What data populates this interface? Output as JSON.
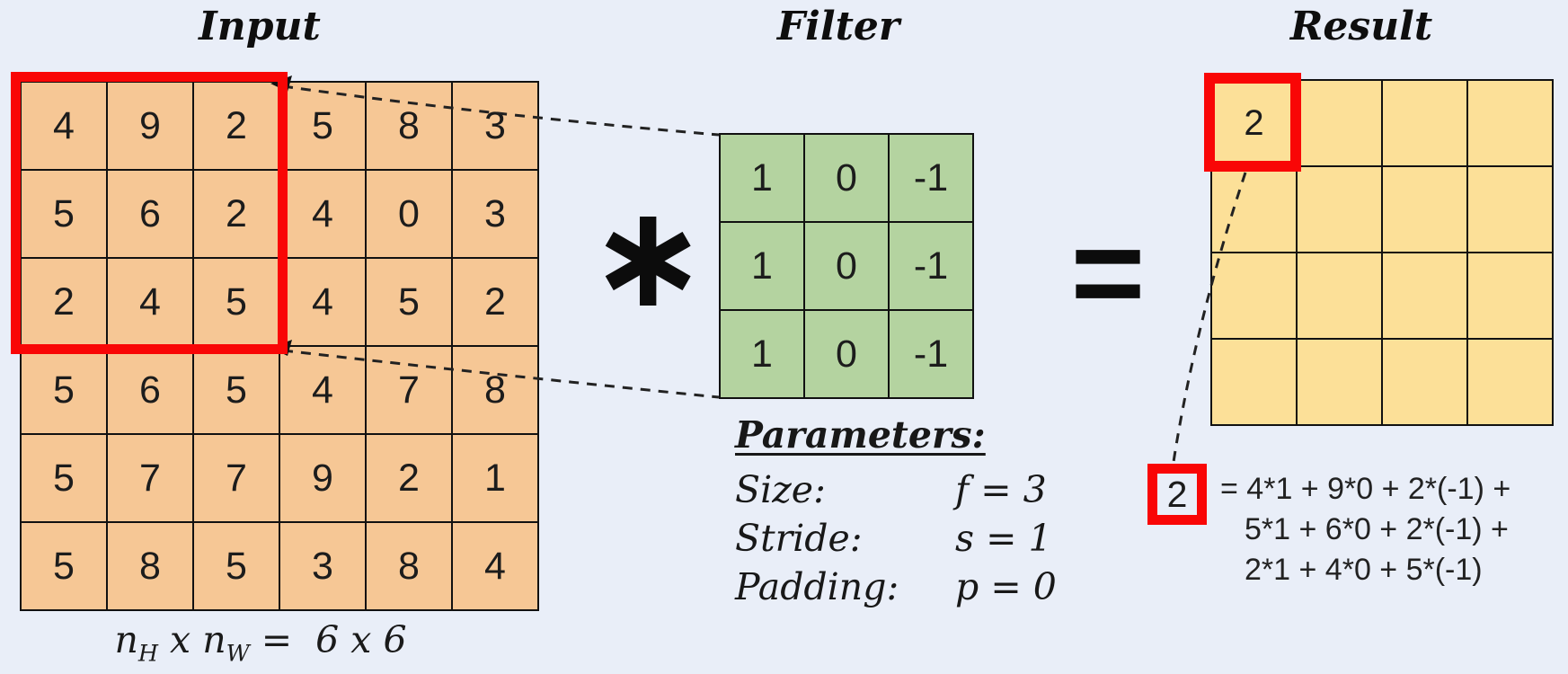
{
  "titles": {
    "input": "Input",
    "filter": "Filter",
    "result": "Result"
  },
  "operators": {
    "convolution": "∗",
    "equals": "="
  },
  "input_matrix": {
    "rows": [
      [
        4,
        9,
        2,
        5,
        8,
        3
      ],
      [
        5,
        6,
        2,
        4,
        0,
        3
      ],
      [
        2,
        4,
        5,
        4,
        5,
        2
      ],
      [
        5,
        6,
        5,
        4,
        7,
        8
      ],
      [
        5,
        7,
        7,
        9,
        2,
        1
      ],
      [
        5,
        8,
        5,
        3,
        8,
        4
      ]
    ],
    "caption": {
      "p1": "n",
      "p2": "H",
      "p3": " x n",
      "p4": "W",
      "p5": " =  6 x 6"
    }
  },
  "filter_matrix": {
    "rows": [
      [
        1,
        0,
        -1
      ],
      [
        1,
        0,
        -1
      ],
      [
        1,
        0,
        -1
      ]
    ]
  },
  "result_matrix": {
    "rows": [
      [
        "2",
        "",
        "",
        ""
      ],
      [
        "",
        "",
        "",
        ""
      ],
      [
        "",
        "",
        "",
        ""
      ],
      [
        "",
        "",
        "",
        ""
      ]
    ]
  },
  "parameters": {
    "heading": "Parameters:",
    "items": [
      {
        "label": "Size:",
        "value": "f = 3"
      },
      {
        "label": "Stride:",
        "value": "s = 1"
      },
      {
        "label": "Padding:",
        "value": "p = 0"
      }
    ]
  },
  "calculation": {
    "highlight_value": "2",
    "lines": [
      "= 4*1 + 9*0 + 2*(-1) +",
      "5*1 + 6*0 + 2*(-1) +",
      "2*1 + 4*0 + 5*(-1)"
    ]
  },
  "colors": {
    "background": "#e9eef8",
    "input_cell": "#f6c795",
    "filter_cell": "#b4d3a0",
    "result_cell": "#fce098",
    "highlight_red": "#f90606",
    "grid_line": "#111111"
  }
}
